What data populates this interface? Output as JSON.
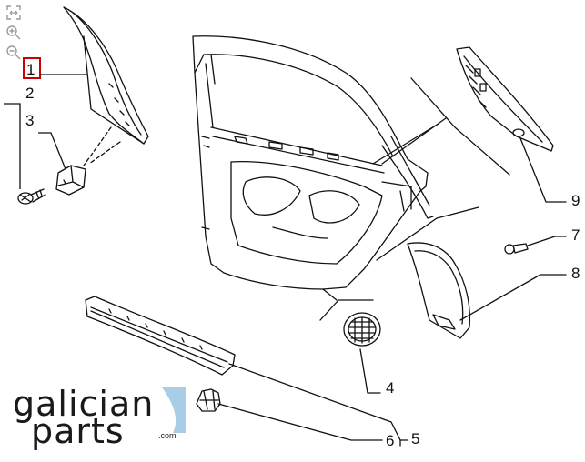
{
  "viewer": {
    "tools": [
      {
        "id": "fit",
        "icon": "fit-to-screen-icon"
      },
      {
        "id": "zoom-in",
        "icon": "zoom-in-icon"
      },
      {
        "id": "zoom-out",
        "icon": "zoom-out-icon"
      }
    ],
    "selected_callout": "1"
  },
  "callouts": {
    "c1": "1",
    "c2": "2",
    "c3": "3",
    "c4": "4",
    "c5": "5",
    "c6": "6",
    "c7": "7",
    "c8": "8",
    "c9": "9"
  },
  "logo": {
    "line1": "galician",
    "line2": "parts",
    "domain": ".com",
    "colors": {
      "text": "#1a1a1a",
      "flag": "#a9cde6"
    }
  },
  "colors": {
    "line": "#111111",
    "highlight": "#cc0000",
    "tool": "#9a9a9a"
  }
}
